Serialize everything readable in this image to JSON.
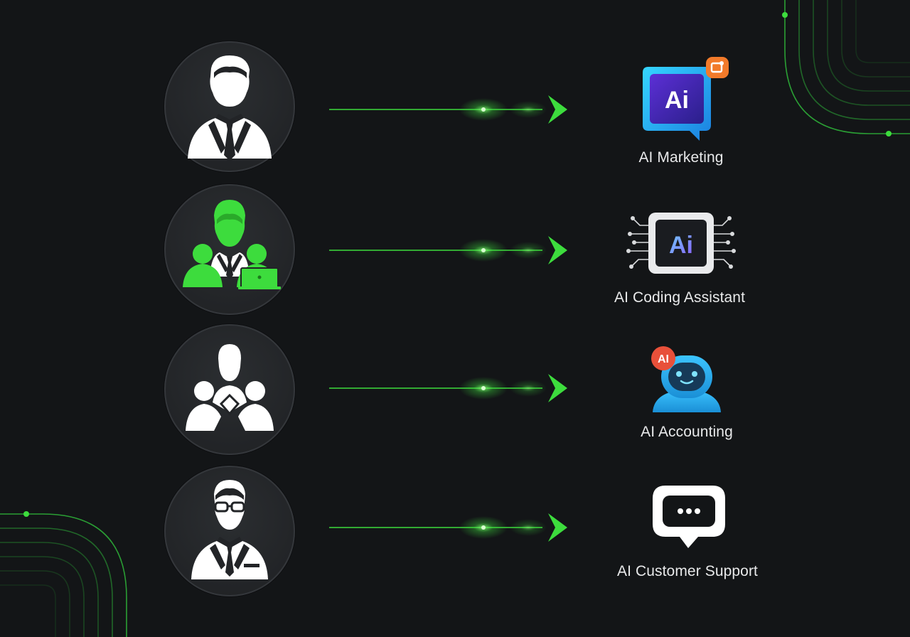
{
  "rows": [
    {
      "person_icon": "businessman-icon",
      "app_icon": "ai-marketing-icon",
      "label": "AI Marketing"
    },
    {
      "person_icon": "team-with-laptop-icon",
      "app_icon": "ai-chip-icon",
      "label": "AI Coding Assistant"
    },
    {
      "person_icon": "group-icon",
      "app_icon": "ai-robot-icon",
      "label": "AI Accounting"
    },
    {
      "person_icon": "glasses-businessman-icon",
      "app_icon": "chat-bubble-icon",
      "label": "AI Customer Support"
    }
  ],
  "badges": {
    "marketing_icon_text": "Ai",
    "chip_icon_text": "Ai",
    "robot_badge_text": "AI"
  },
  "colors": {
    "background": "#131517",
    "accent_green": "#3ddc3d",
    "circle_fill": "#242629",
    "label_text": "#e8e9ea"
  }
}
